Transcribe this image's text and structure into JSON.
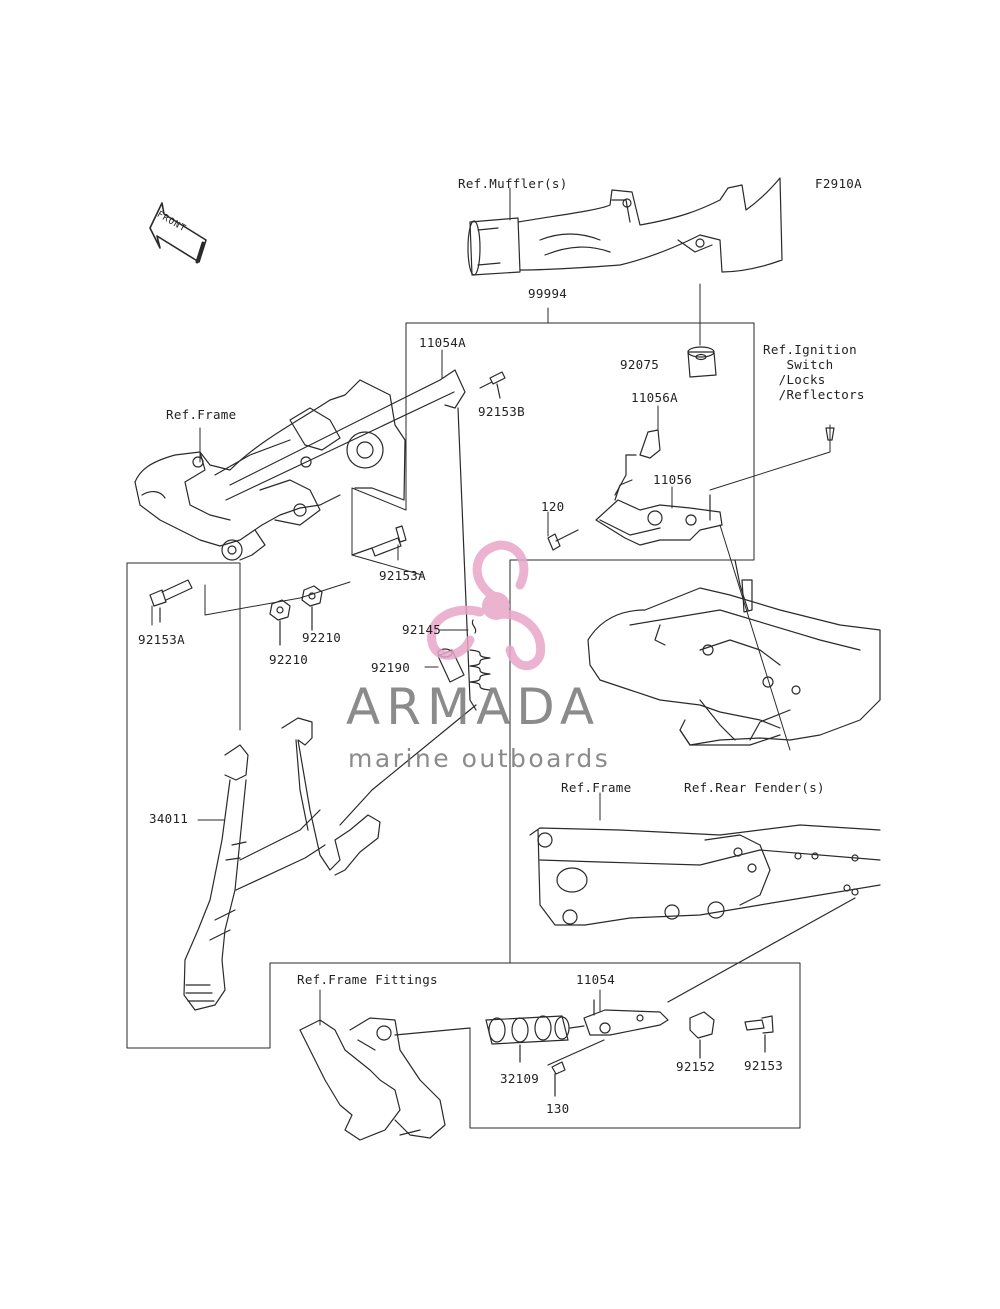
{
  "figure_code": "F2910A",
  "front_arrow_text": "FRONT",
  "references": {
    "muffler": "Ref.Muffler(s)",
    "frame_top": "Ref.Frame",
    "ignition": "Ref.Ignition\n   Switch\n  /Locks\n  /Reflectors",
    "rear_fender": "Ref.Rear Fender(s)",
    "frame_mid": "Ref.Frame",
    "frame_fittings": "Ref.Frame Fittings"
  },
  "parts": {
    "p99994": "99994",
    "p11054A": "11054A",
    "p92153B": "92153B",
    "p92075": "92075",
    "p11056A": "11056A",
    "p11056": "11056",
    "p120": "120",
    "p92153A_right": "92153A",
    "p92153A_left": "92153A",
    "p92210_a": "92210",
    "p92210_b": "92210",
    "p92145": "92145",
    "p92190": "92190",
    "p34011": "34011",
    "p11054": "11054",
    "p32109": "32109",
    "p130": "130",
    "p92152": "92152",
    "p92153": "92153"
  },
  "watermark": {
    "brand": "ARMADA",
    "tagline": "marine outboards"
  },
  "colors": {
    "line": "#2a2a2a",
    "watermark_pink": "#e8a6c8",
    "watermark_text": "#777777"
  }
}
